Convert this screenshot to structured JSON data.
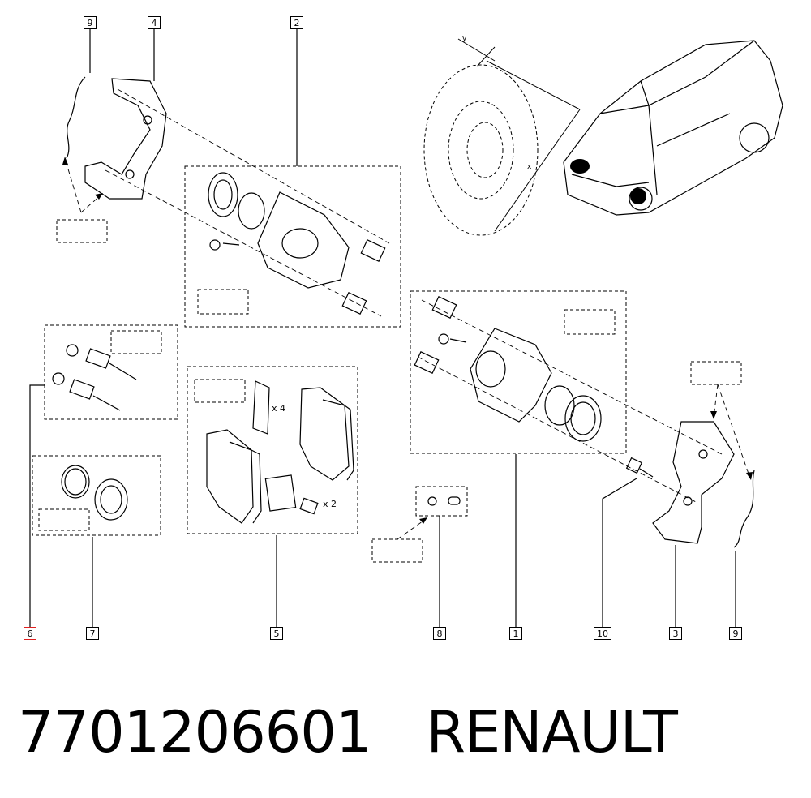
{
  "callouts": {
    "c9_top": "9",
    "c4": "4",
    "c2": "2",
    "c6": "6",
    "c7": "7",
    "c5": "5",
    "c8": "8",
    "c1": "1",
    "c10": "10",
    "c3": "3",
    "c9_bottom": "9"
  },
  "annotations": {
    "x4": "x 4",
    "x2": "x 2",
    "axis_y": "y",
    "axis_x": "x"
  },
  "caption": {
    "part_number": "7701206601",
    "brand": "RENAULT"
  },
  "colors": {
    "highlight": "#e02020",
    "line": "#000000"
  }
}
